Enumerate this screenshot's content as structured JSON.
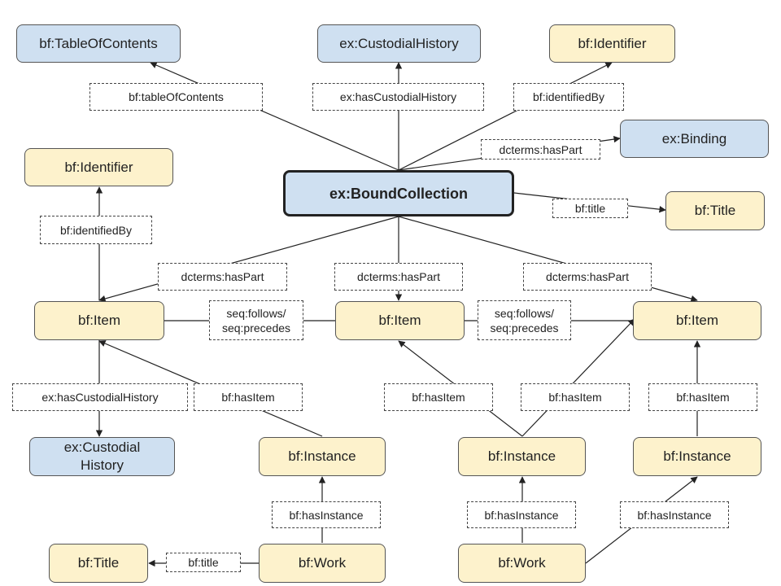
{
  "nodes": {
    "toc": "bf:TableOfContents",
    "custodial_top": "ex:CustodialHistory",
    "identifier_top": "bf:Identifier",
    "binding": "ex:Binding",
    "identifier_left": "bf:Identifier",
    "bound_collection": "ex:BoundCollection",
    "title_right": "bf:Title",
    "item_left": "bf:Item",
    "item_mid": "bf:Item",
    "item_right": "bf:Item",
    "custodial_left": "ex:Custodial History",
    "instance_left": "bf:Instance",
    "instance_mid": "bf:Instance",
    "instance_right": "bf:Instance",
    "title_bottom": "bf:Title",
    "work_left": "bf:Work",
    "work_right": "bf:Work"
  },
  "edges": {
    "has_toc": "bf:tableOfContents",
    "has_custodial_top": "ex:hasCustodialHistory",
    "identified_by_top": "bf:identifiedBy",
    "has_part_binding": "dcterms:hasPart",
    "title_right": "bf:title",
    "identified_by_left": "bf:identifiedBy",
    "has_part_left": "dcterms:hasPart",
    "has_part_mid": "dcterms:hasPart",
    "has_part_right": "dcterms:hasPart",
    "seq_left": "seq:follows/ seq:precedes",
    "seq_right": "seq:follows/ seq:precedes",
    "has_custodial_left": "ex:hasCustodialHistory",
    "has_item_left": "bf:hasItem",
    "has_item_mid1": "bf:hasItem",
    "has_item_mid2": "bf:hasItem",
    "has_item_right": "bf:hasItem",
    "has_instance_left": "bf:hasInstance",
    "has_instance_mid": "bf:hasInstance",
    "has_instance_right": "bf:hasInstance",
    "title_bottom": "bf:title"
  },
  "colors": {
    "blue_fill": "#cfe0f1",
    "yellow_fill": "#fdf2cc",
    "line": "#222222"
  }
}
